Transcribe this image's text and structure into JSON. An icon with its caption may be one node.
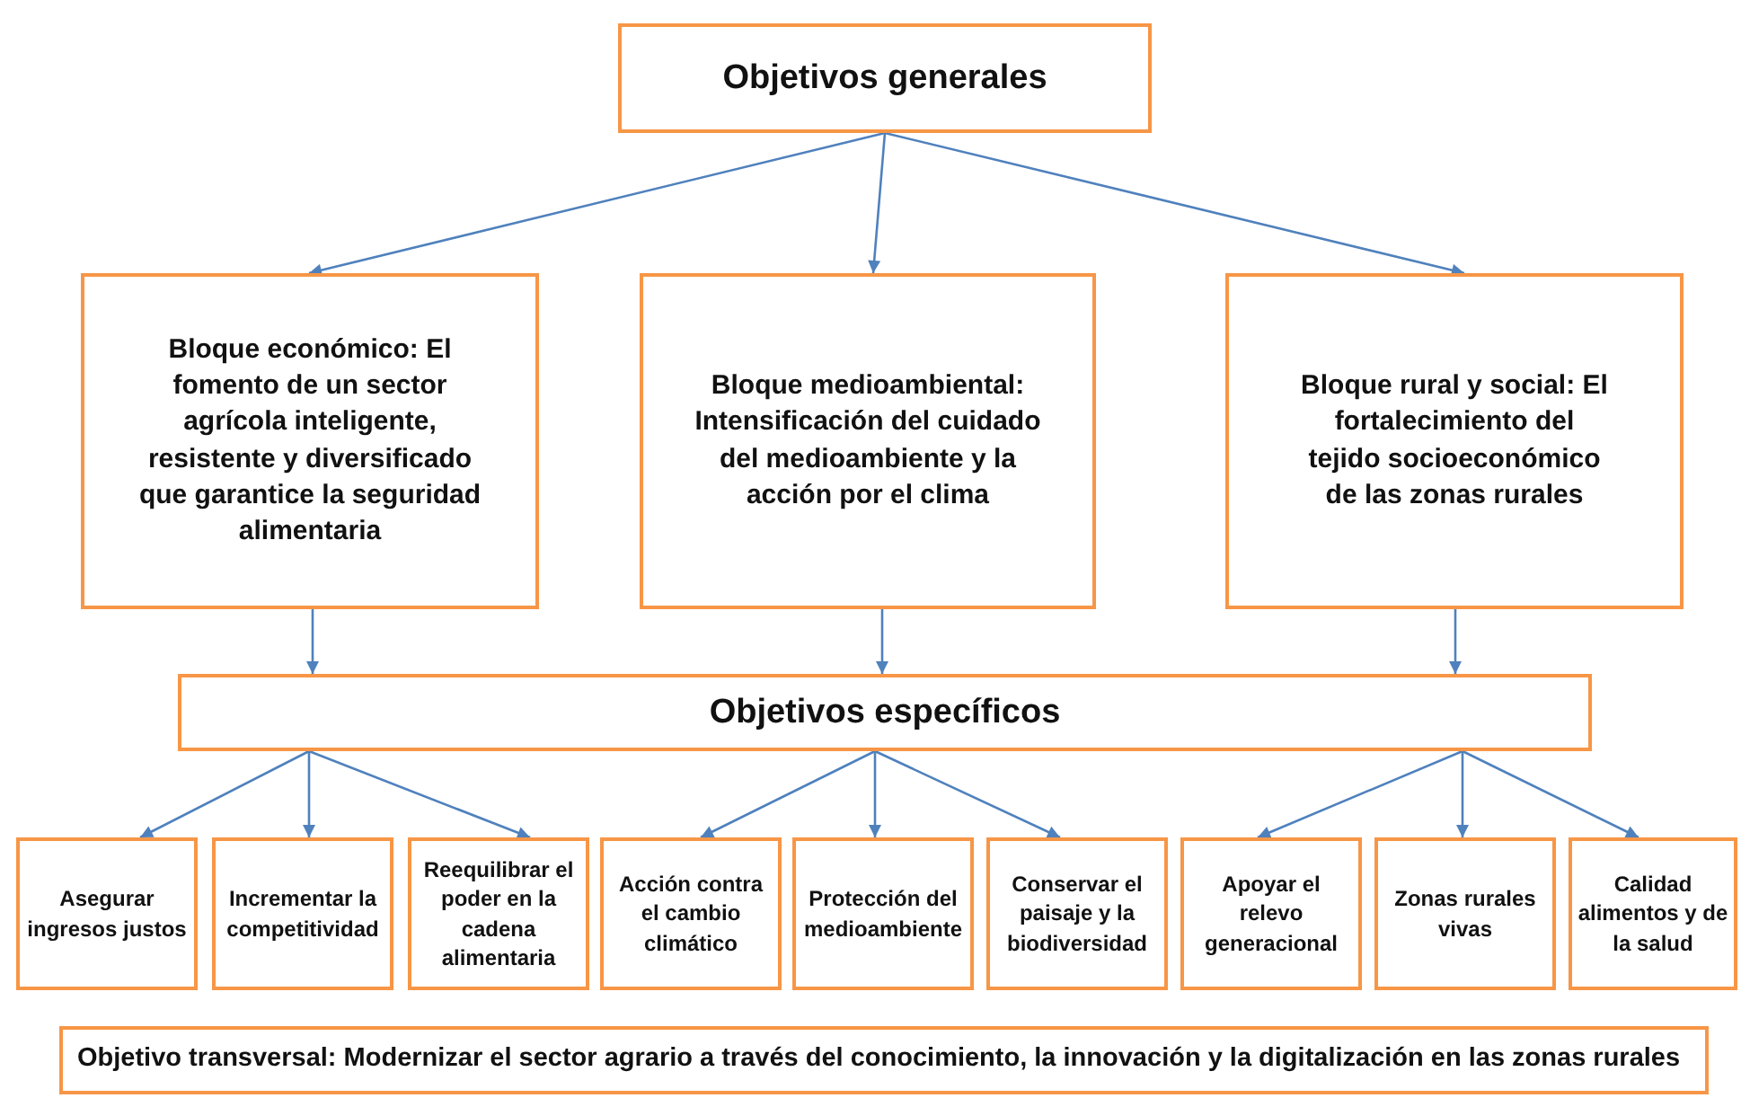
{
  "diagram": {
    "nodes": [
      {
        "text": [
          "Objetivos generales"
        ]
      },
      {
        "text": [
          "Bloque económico: El fomento de un sector agrícola inteligente, resistente y diversificado que garantice la seguridad alimentaria"
        ]
      },
      {
        "text": [
          "Bloque medioambiental: Intensificación del cuidado del medioambiente y la acción por el clima"
        ]
      },
      {
        "text": [
          "Bloque rural y social: El fortalecimiento del tejido socioeconómico de las zonas rurales"
        ]
      },
      {
        "text": [
          "Objetivos específicos"
        ]
      },
      {
        "text": [
          "Asegurar ingresos justos"
        ]
      },
      {
        "text": [
          "Incrementar la competitividad"
        ]
      },
      {
        "text": [
          "Reequilibrar el poder en la cadena alimentaria"
        ]
      },
      {
        "text": [
          "Acción contra el cambio climático"
        ]
      },
      {
        "text": [
          "Protección del medioambiente"
        ]
      },
      {
        "text": [
          "Conservar el paisaje y la biodiversidad"
        ]
      },
      {
        "text": [
          "Apoyar el relevo generacional"
        ]
      },
      {
        "text": [
          "Zonas rurales vivas"
        ]
      },
      {
        "text": [
          "Calidad alimentos y de la salud"
        ]
      },
      {
        "text": [
          "Objetivo transversal: Modernizar el sector agrario a través del conocimiento, la innovación y la digitalización en las zonas rurales"
        ]
      }
    ],
    "edges": [
      {
        "from": 0,
        "to": 1,
        "arrow": "to"
      },
      {
        "from": 0,
        "to": 2,
        "arrow": "to"
      },
      {
        "from": 0,
        "to": 3,
        "arrow": "to"
      },
      {
        "from": 1,
        "to": 4,
        "arrow": "to"
      },
      {
        "from": 2,
        "to": 4,
        "arrow": "to"
      },
      {
        "from": 3,
        "to": 4,
        "arrow": "to"
      },
      {
        "from": 4,
        "to": 5,
        "arrow": "to"
      },
      {
        "from": 4,
        "to": 6,
        "arrow": "to"
      },
      {
        "from": 4,
        "to": 7,
        "arrow": "to"
      },
      {
        "from": 4,
        "to": 8,
        "arrow": "to"
      },
      {
        "from": 4,
        "to": 9,
        "arrow": "to"
      },
      {
        "from": 4,
        "to": 10,
        "arrow": "to"
      },
      {
        "from": 4,
        "to": 11,
        "arrow": "to"
      },
      {
        "from": 4,
        "to": 12,
        "arrow": "to"
      },
      {
        "from": 4,
        "to": 13,
        "arrow": "to"
      }
    ]
  }
}
